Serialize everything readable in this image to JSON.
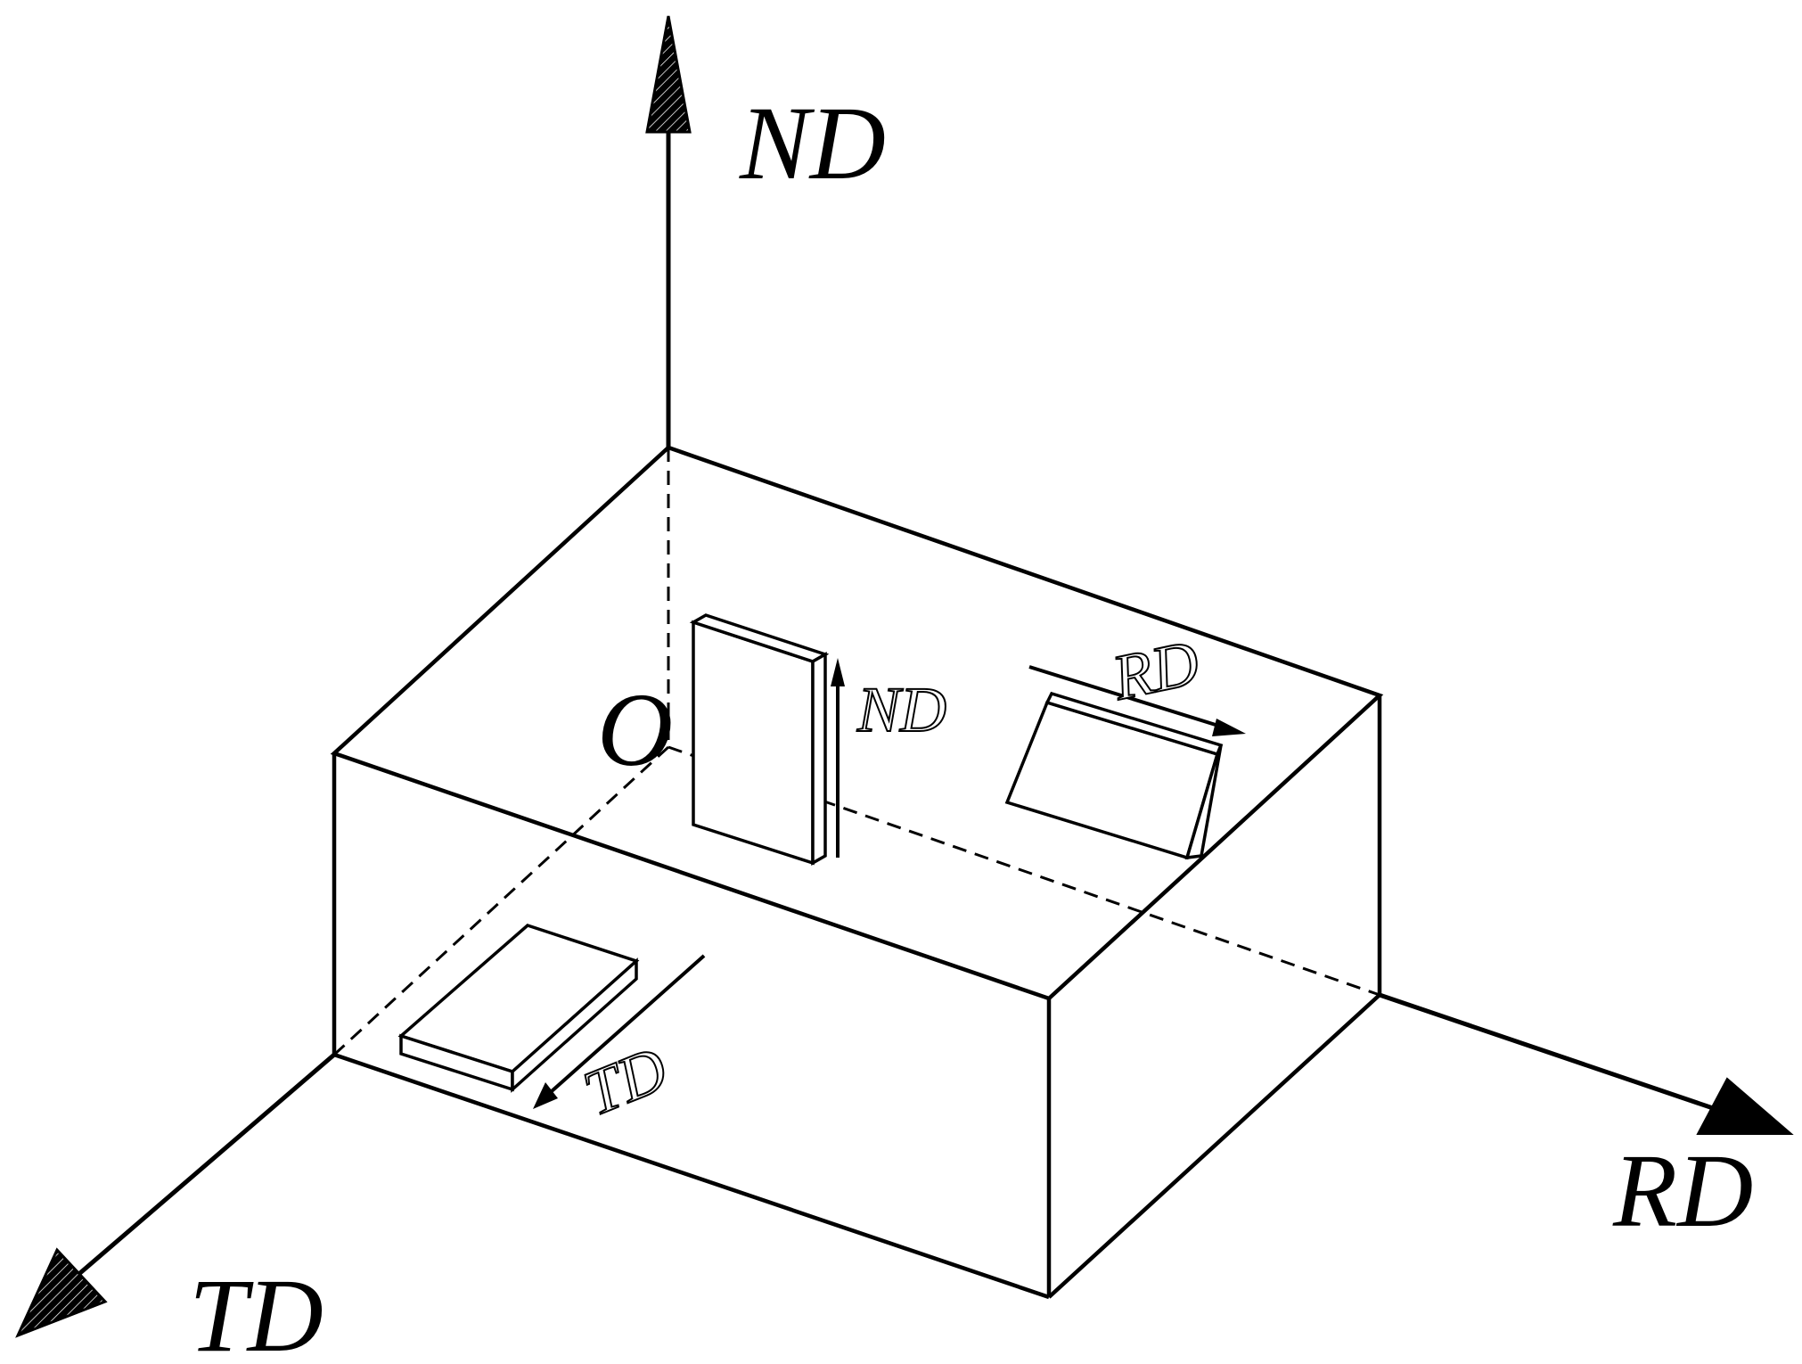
{
  "axes": {
    "nd": {
      "label": "ND"
    },
    "rd": {
      "label": "RD"
    },
    "td": {
      "label": "TD"
    }
  },
  "origin": {
    "label": "O"
  },
  "grains": {
    "nd_grain": {
      "label": "ND"
    },
    "rd_grain": {
      "label": "RD"
    },
    "td_grain": {
      "label": "TD"
    }
  }
}
